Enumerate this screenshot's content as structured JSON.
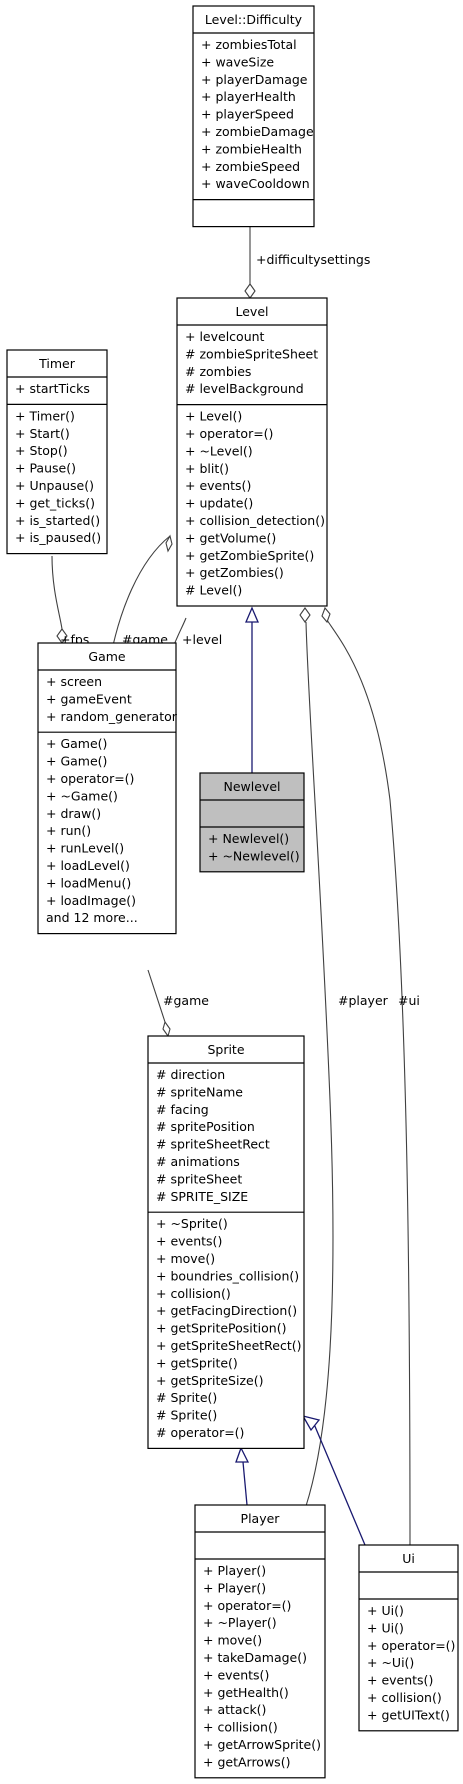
{
  "classes": {
    "difficulty": {
      "title": "Level::Difficulty",
      "attributes": [
        "+ zombiesTotal",
        "+ waveSize",
        "+ playerDamage",
        "+ playerHealth",
        "+ playerSpeed",
        "+ zombieDamage",
        "+ zombieHealth",
        "+ zombieSpeed",
        "+ waveCooldown"
      ],
      "methods": []
    },
    "level": {
      "title": "Level",
      "attributes": [
        "+ levelcount",
        "# zombieSpriteSheet",
        "# zombies",
        "# levelBackground"
      ],
      "methods": [
        "+ Level()",
        "+ operator=()",
        "+ ~Level()",
        "+ blit()",
        "+ events()",
        "+ update()",
        "+ collision_detection()",
        "+ getVolume()",
        "+ getZombieSprite()",
        "+ getZombies()",
        "# Level()"
      ]
    },
    "timer": {
      "title": "Timer",
      "attributes": [
        "+ startTicks"
      ],
      "methods": [
        "+ Timer()",
        "+ Start()",
        "+ Stop()",
        "+ Pause()",
        "+ Unpause()",
        "+ get_ticks()",
        "+ is_started()",
        "+ is_paused()"
      ]
    },
    "game": {
      "title": "Game",
      "attributes": [
        "+ screen",
        "+ gameEvent",
        "+ random_generator"
      ],
      "methods": [
        "+ Game()",
        "+ Game()",
        "+ operator=()",
        "+ ~Game()",
        "+ draw()",
        "+ run()",
        "+ runLevel()",
        "+ loadLevel()",
        "+ loadMenu()",
        "+ loadImage()",
        "and 12 more..."
      ]
    },
    "newlevel": {
      "title": "Newlevel",
      "attributes": [],
      "methods": [
        "+ Newlevel()",
        "+ ~Newlevel()"
      ]
    },
    "sprite": {
      "title": "Sprite",
      "attributes": [
        "# direction",
        "# spriteName",
        "# facing",
        "# spritePosition",
        "# spriteSheetRect",
        "# animations",
        "# spriteSheet",
        "# SPRITE_SIZE"
      ],
      "methods": [
        "+ ~Sprite()",
        "+ events()",
        "+ move()",
        "+ boundries_collision()",
        "+ collision()",
        "+ getFacingDirection()",
        "+ getSpritePosition()",
        "+ getSpriteSheetRect()",
        "+ getSprite()",
        "+ getSpriteSize()",
        "# Sprite()",
        "# Sprite()",
        "# operator=()"
      ]
    },
    "player": {
      "title": "Player",
      "attributes": [],
      "methods": [
        "+ Player()",
        "+ Player()",
        "+ operator=()",
        "+ ~Player()",
        "+ move()",
        "+ takeDamage()",
        "+ events()",
        "+ getHealth()",
        "+ attack()",
        "+ collision()",
        "+ getArrowSprite()",
        "+ getArrows()"
      ]
    },
    "ui": {
      "title": "Ui",
      "attributes": [],
      "methods": [
        "+ Ui()",
        "+ Ui()",
        "+ operator=()",
        "+ ~Ui()",
        "+ events()",
        "+ collision()",
        "+ getUIText()"
      ]
    }
  },
  "edges": {
    "difficultysettings": "+difficultysettings",
    "fps": "+fps",
    "game_level": "#game",
    "level": "+level",
    "game_sprite": "#game",
    "player": "#player",
    "ui": "#ui"
  },
  "colors": {
    "inheritance": "#191970",
    "association": "#404040",
    "highlight_fill": "#bfbfbf"
  }
}
